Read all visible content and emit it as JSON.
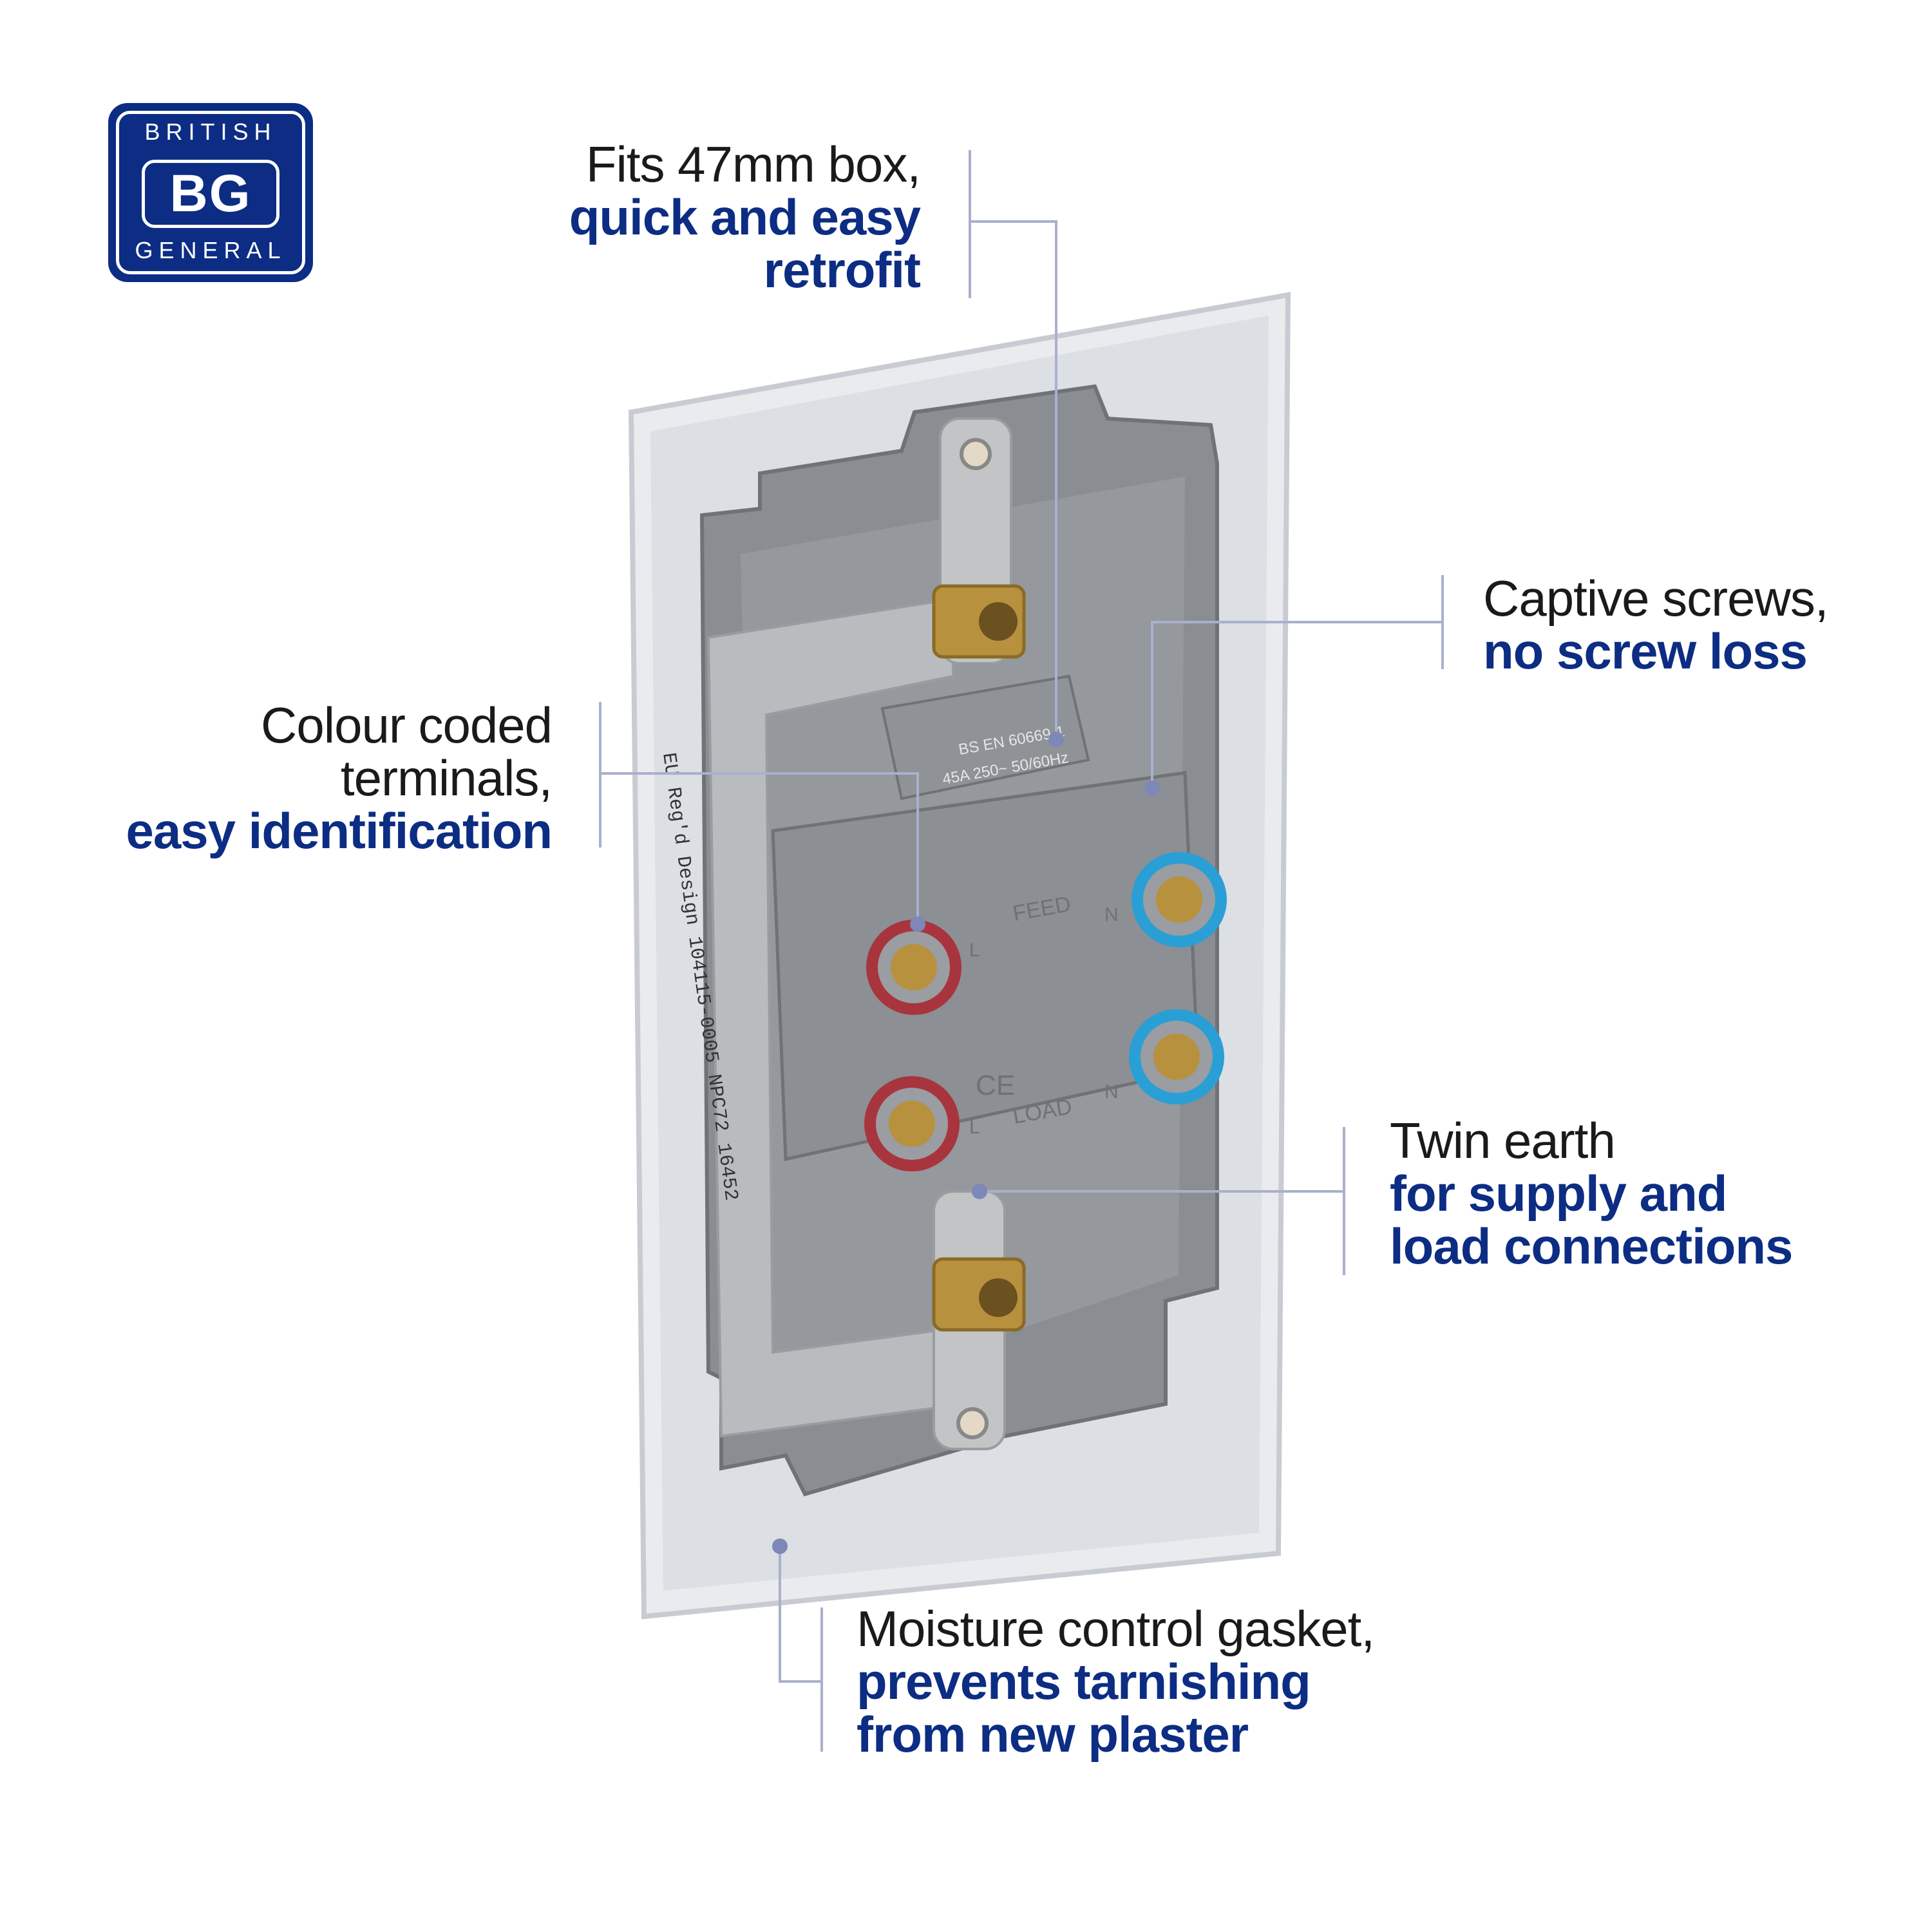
{
  "logo": {
    "top": "BRITISH",
    "mark": "BG",
    "bottom": "GENERAL"
  },
  "callouts": {
    "box": {
      "plain": [
        "Fits 47mm box,"
      ],
      "bold": [
        "quick and easy",
        "retrofit"
      ]
    },
    "screws": {
      "plain": [
        "Captive screws,"
      ],
      "bold": [
        "no screw loss"
      ]
    },
    "terminals": {
      "plain": [
        "Colour coded",
        "terminals,"
      ],
      "bold": [
        "easy identification"
      ]
    },
    "earth": {
      "plain": [
        "Twin earth"
      ],
      "bold": [
        "for supply and",
        "load connections"
      ]
    },
    "gasket": {
      "plain": [
        "Moisture control gasket,"
      ],
      "bold": [
        "prevents tarnishing",
        "from new plaster"
      ]
    }
  },
  "product": {
    "rating_line1": "BS EN 60669-1",
    "rating_line2": "45A 250~  50/60Hz",
    "feed": "FEED",
    "load": "LOAD",
    "live": "L",
    "neutral": "N",
    "ce": "CE",
    "design_reg": "EU Reg'd Design 104115-0005 NPC72 16452"
  },
  "colors": {
    "brand": "#0c2d83",
    "leader": "#a9b0cc",
    "live": "#a8353d",
    "neutral": "#2a9fd6"
  }
}
